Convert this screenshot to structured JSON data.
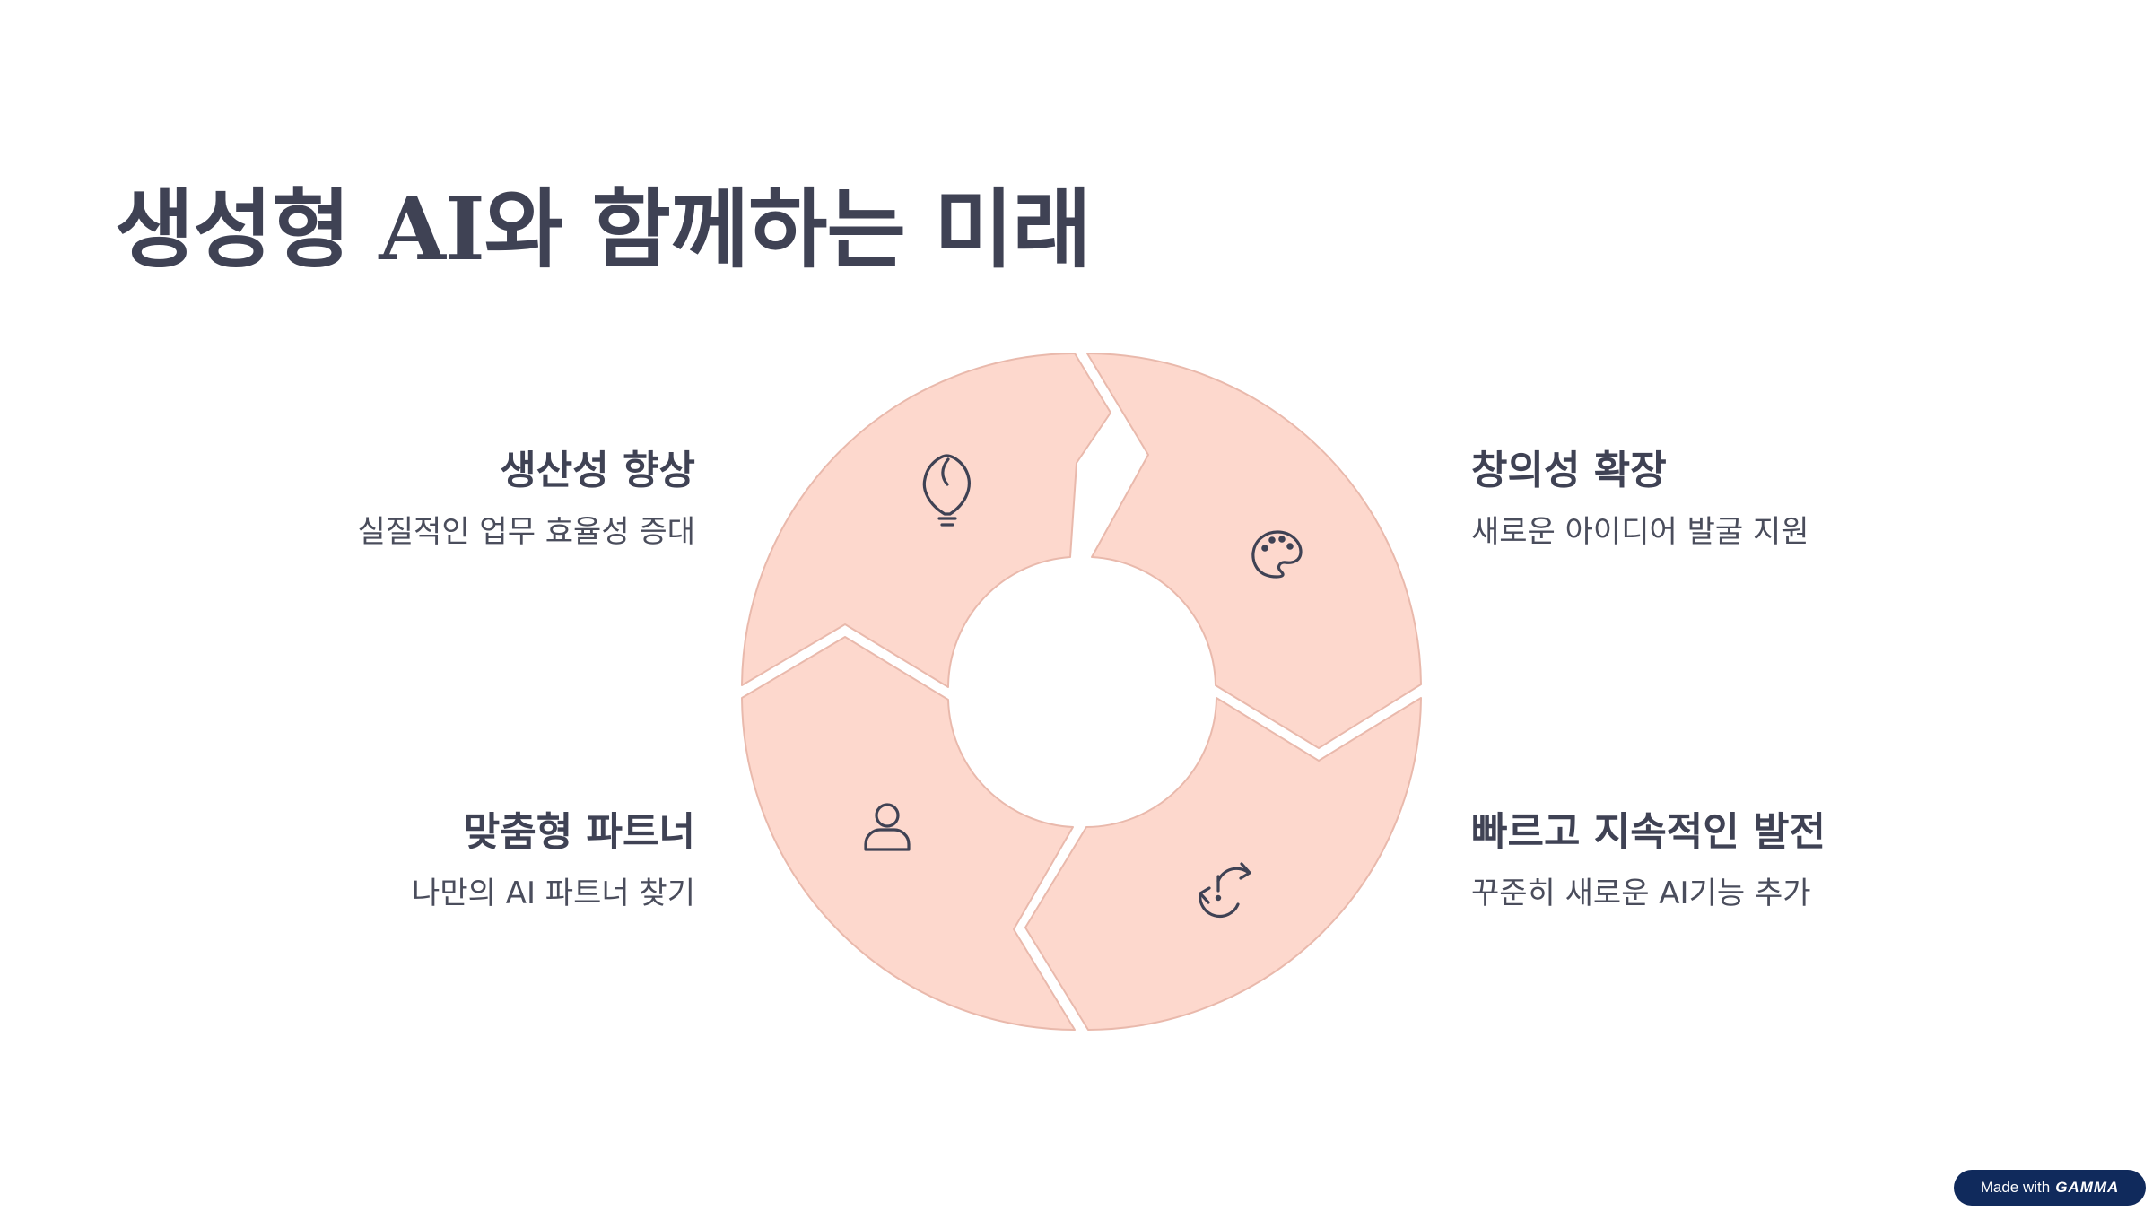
{
  "title": "생성형 AI와 함께하는 미래",
  "colors": {
    "segment_fill": "#fdd8cd",
    "segment_stroke": "#e9b9ac",
    "text": "#3f4254",
    "icon": "#3f4254",
    "badge_bg": "#102a5c"
  },
  "items": {
    "productivity": {
      "title": "생산성 향상",
      "desc": "실질적인 업무 효율성 증대",
      "icon": "lightbulb-icon"
    },
    "creativity": {
      "title": "창의성 확장",
      "desc": "새로운 아이디어 발굴 지원",
      "icon": "palette-icon"
    },
    "partner": {
      "title": "맞춤형 파트너",
      "desc": "나만의 AI 파트너 찾기",
      "icon": "person-icon"
    },
    "progress": {
      "title": "빠르고 지속적인 발전",
      "desc": "꾸준히 새로운 AI기능 추가",
      "icon": "refresh-alert-icon"
    }
  },
  "badge": {
    "prefix": "Made with",
    "brand": "GAMMA"
  }
}
